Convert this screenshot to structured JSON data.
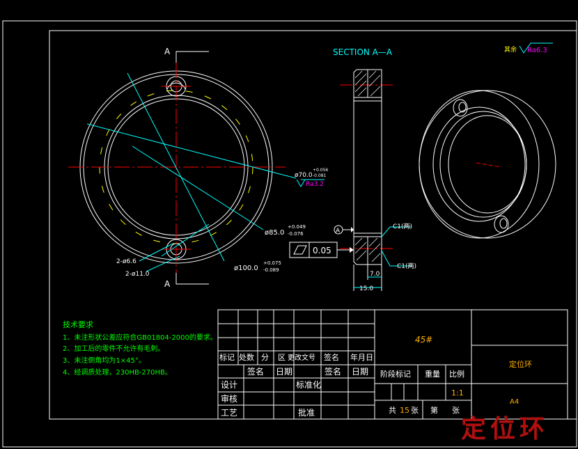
{
  "section_label": "SECTION A—A",
  "section_marker": "A",
  "roughness_note": {
    "prefix": "其余",
    "value": "Ra6.3"
  },
  "dims": {
    "d70": "ø70.0",
    "d70_tol_up": "+0.056",
    "d70_tol_dn": "-0.081",
    "ra32": "Ra3.2",
    "d85": "ø85.0",
    "d85_tol_up": "+0.049",
    "d85_tol_dn": "-0.076",
    "d100": "ø100.0",
    "d100_tol_up": "+0.075",
    "d100_tol_dn": "-0.089",
    "hole_small": "2-ø6.6",
    "hole_large": "2-ø11.0",
    "c1_top": "C1(两)",
    "c1_bot": "C1(两)",
    "w7": "7.0",
    "w15": "15.0",
    "datum": "A",
    "parallel_value": "0.05"
  },
  "tech_req": {
    "title": "技术要求",
    "items": [
      "1、未注形状公差应符合GB01804-2000的要求。",
      "2、加工后的零件不允许有毛刺。",
      "3、未注倒角均为1×45°。",
      "4、经调质处理，230HB-270HB。"
    ]
  },
  "title_block": {
    "material": "45#",
    "part_name": "定位环",
    "paper_size": "A4",
    "header_cells": [
      "标记",
      "处数",
      "分",
      "区",
      "更改文号",
      "签名",
      "年月日"
    ],
    "row2": [
      "签名",
      "日期",
      "签名",
      "日期"
    ],
    "roles": [
      "设计",
      "审核",
      "工艺"
    ],
    "standardize": "标准化",
    "approve": "批准",
    "stage_mark": "阶段标记",
    "weight": "重量",
    "scale_label": "比例",
    "scale_value": "1:1",
    "sheets_total_pre": "共",
    "sheets_total": "15",
    "sheets_total_post": "张",
    "sheet_no_pre": "第",
    "sheet_no_post": "张"
  },
  "watermark": "定位环",
  "colors": {
    "white": "#ffffff",
    "cyan": "#00ffff",
    "red": "#ff0000",
    "yellow": "#ffff00",
    "green": "#00ff00",
    "magenta": "#ff00ff",
    "orange": "#ffb000",
    "watermark": "#b01010"
  }
}
